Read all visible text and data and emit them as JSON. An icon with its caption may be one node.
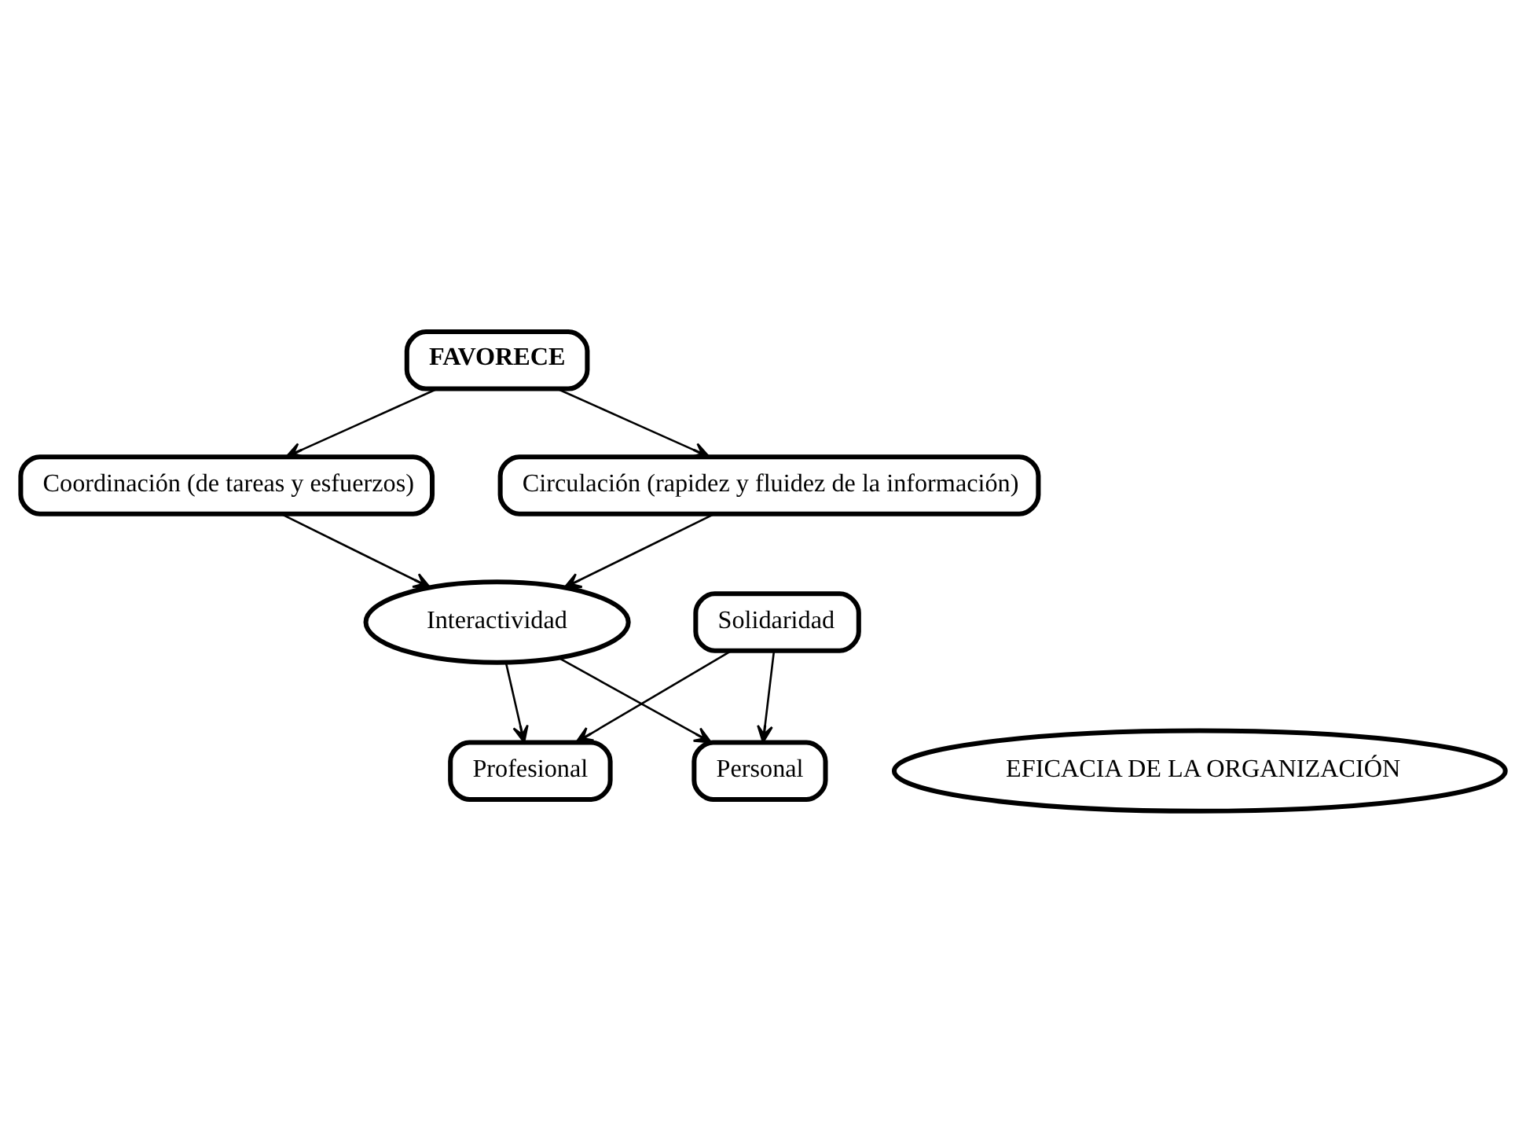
{
  "diagram": {
    "nodes": [
      {
        "text": [
          "FAVORECE"
        ]
      },
      {
        "text": [
          "Coordinación (de tareas y esfuerzos)"
        ]
      },
      {
        "text": [
          "Circulación (rapidez y fluidez de la información)"
        ]
      },
      {
        "text": [
          "Interactividad"
        ]
      },
      {
        "text": [
          "Profesional"
        ]
      },
      {
        "text": [
          "EFICACIA DE LA ORGANIZACIÓN"
        ]
      },
      {
        "text": [
          "Personal"
        ]
      },
      {
        "text": [
          "Solidaridad"
        ]
      }
    ],
    "edges": [
      {
        "from": 0,
        "to": 1,
        "arrow": "to"
      },
      {
        "from": 0,
        "to": 2,
        "arrow": "to"
      },
      {
        "from": 1,
        "to": 3,
        "arrow": "to"
      },
      {
        "from": 2,
        "to": 3,
        "arrow": "to"
      },
      {
        "from": 3,
        "to": 4,
        "arrow": "to"
      },
      {
        "from": 3,
        "to": 6,
        "arrow": "to"
      },
      {
        "from": 7,
        "to": 4,
        "arrow": "to"
      },
      {
        "from": 7,
        "to": 6,
        "arrow": "to"
      }
    ]
  }
}
